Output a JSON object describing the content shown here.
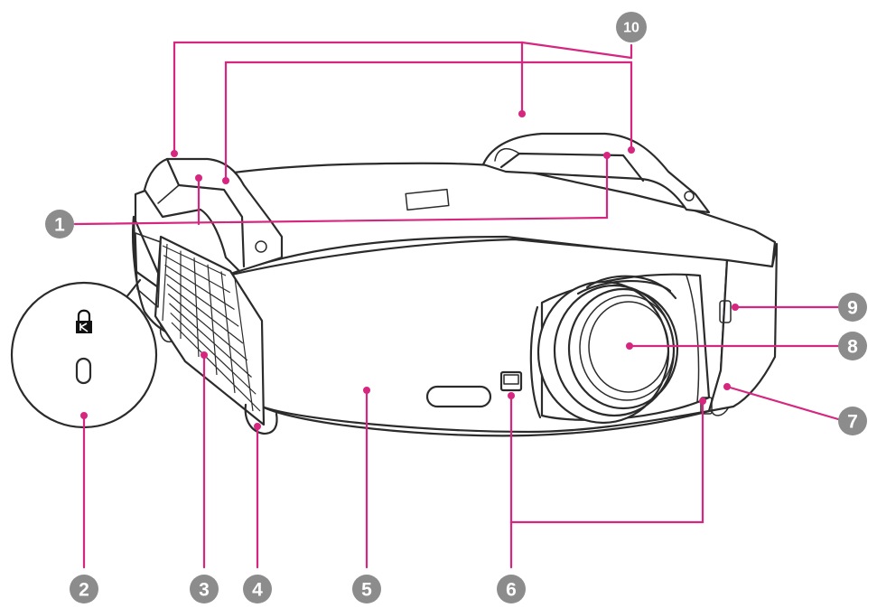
{
  "figure": {
    "subject": "projector-front-view",
    "kensington_icon": "kensington-lock-icon",
    "leader_color": "#d6267f",
    "callout_color": "#8c8c8c"
  },
  "callouts": [
    {
      "id": "1",
      "label": "1"
    },
    {
      "id": "2",
      "label": "2"
    },
    {
      "id": "3",
      "label": "3"
    },
    {
      "id": "4",
      "label": "4"
    },
    {
      "id": "5",
      "label": "5"
    },
    {
      "id": "6",
      "label": "6"
    },
    {
      "id": "7",
      "label": "7"
    },
    {
      "id": "8",
      "label": "8"
    },
    {
      "id": "9",
      "label": "9"
    },
    {
      "id": "10",
      "label": "10"
    }
  ]
}
